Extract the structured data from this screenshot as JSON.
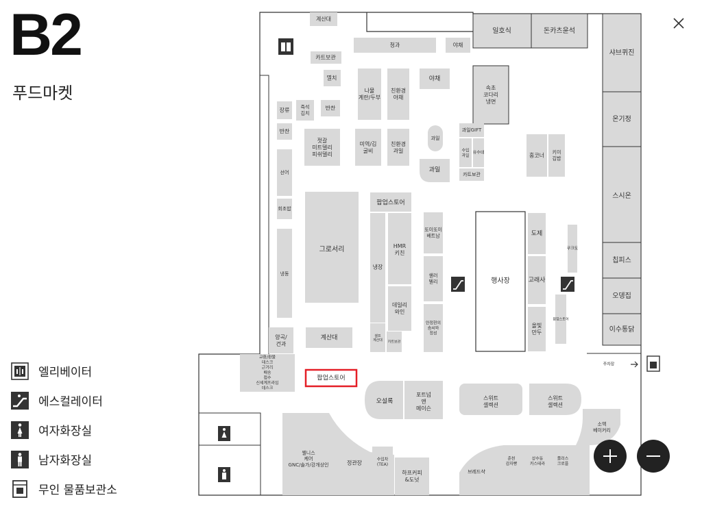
{
  "floor": {
    "level": "B2",
    "name": "푸드마켓"
  },
  "legend": [
    {
      "icon": "elevator-icon",
      "label": "엘리베이터"
    },
    {
      "icon": "escalator-icon",
      "label": "에스컬레이터"
    },
    {
      "icon": "womens-restroom-icon",
      "label": "여자화장실"
    },
    {
      "icon": "mens-restroom-icon",
      "label": "남자화장실"
    },
    {
      "icon": "locker-icon",
      "label": "무인 물품보관소"
    }
  ],
  "map": {
    "parking_label": "주차장",
    "stores": {
      "checkout_top": "계산대",
      "cart_storage_1": "카트보관",
      "fruit_top": "청과",
      "vegetable_top": "야채",
      "ilhosik": "일호식",
      "donkatsu": "돈카츠윤석",
      "shabu": "샤브퀴진",
      "anchovy": "멸치",
      "sauce": "장류",
      "instant_kimchi": "즉석 김치",
      "side_dish": "반찬",
      "side_dish_2": "반찬",
      "greens_tofu": "나물 계란/두부",
      "eco_veg": "친환경 야채",
      "vegetable": "야채",
      "sokcho": "속초 코다리 냉면",
      "ongajeong": "온기정",
      "jeotgal": "젓갈 미트델리 피쉬델리",
      "seaweed": "미역/김 굴비",
      "eco_fruit": "친환경 과일",
      "fruit_oval": "과일",
      "fruit_gift": "과일GIFT",
      "imported_fruit": "수입 과일",
      "yusu": "유수대",
      "cart_storage_2": "카트보관",
      "hong": "홍코너",
      "kimi": "키미 김밥",
      "fresh_fish": "선어",
      "fruit": "과일",
      "sashimi": "회초밥",
      "popup_mid": "팝업스토어",
      "susion": "스시온",
      "grocery": "그로서리",
      "frozen": "냉동",
      "refrigerated": "냉장",
      "hmr": "HMR 키친",
      "ttoi": "또이또이 베트남",
      "event": "행사장",
      "doje": "도제",
      "cookie": "쿠크토",
      "chippis": "칩피스",
      "salad": "샐러 델리",
      "daily_wine": "데일리 와인",
      "whale": "고래사",
      "odeng": "오뎅집",
      "ansung": "안정현의 솜씨와 정성",
      "olbit": "올빛 만두",
      "popup_small": "팝업스토어",
      "isu": "이수통닭",
      "grains": "양곡/ 건과",
      "checkout": "계산대",
      "self_checkout": "셀프 계산대",
      "cart_storage_3": "카트보관",
      "service_desk": "교환/환불 데스크 근거리 배송 접수 신세계프라임 데스크",
      "popup_highlight": "팝업스토어",
      "osulloc": "오설록",
      "fortnum": "포트넘 앤 메이슨",
      "suite1": "스위트 셀렉션",
      "suite2": "스위트 셀렉션",
      "soyeak": "소액 베이커리",
      "wellness": "웰니스 케어 GNC/솔가/강개상인",
      "jeonggwanjang": "정관장",
      "tea": "수입차 (TEA)",
      "half_coffee": "하프커피 &도넛",
      "bread": "브레드샥",
      "chunchun": "춘천 감자빵",
      "sangsu": "상수동 카스테라",
      "pleasure": "플러스 크로플"
    }
  },
  "zoom": {
    "in_label": "+",
    "out_label": "−"
  }
}
